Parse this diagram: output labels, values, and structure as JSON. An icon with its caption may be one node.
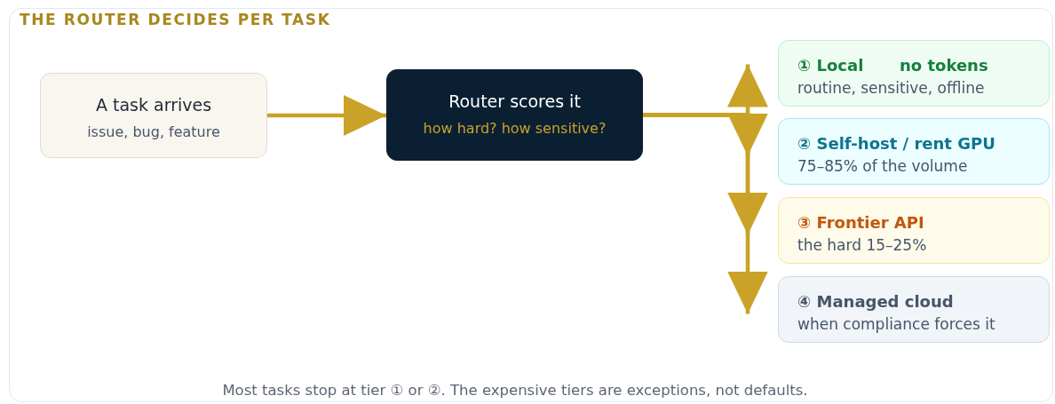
{
  "diagram": {
    "title": "THE ROUTER DECIDES PER TASK",
    "caption": "Most tasks stop at tier ① or ②. The expensive tiers are exceptions, not defaults.",
    "nodes": [
      {
        "text": [
          "A task arrives",
          "issue, bug, feature"
        ]
      },
      {
        "text": [
          "Router scores it",
          "how hard? how sensitive?"
        ]
      },
      {
        "text": [
          "① Local",
          "no tokens",
          "routine, sensitive, offline"
        ]
      },
      {
        "text": [
          "② Self-host / rent GPU",
          "75–85% of the volume"
        ]
      },
      {
        "text": [
          "③ Frontier API",
          "the hard 15–25%"
        ]
      },
      {
        "text": [
          "④ Managed cloud",
          "when compliance forces it"
        ]
      }
    ],
    "edges": [
      {
        "from": 0,
        "to": 1,
        "arrow": "to"
      },
      {
        "from": 1,
        "to": 2,
        "arrow": "to"
      },
      {
        "from": 1,
        "to": 3,
        "arrow": "to"
      },
      {
        "from": 1,
        "to": 4,
        "arrow": "to"
      },
      {
        "from": 1,
        "to": 5,
        "arrow": "to"
      }
    ]
  }
}
